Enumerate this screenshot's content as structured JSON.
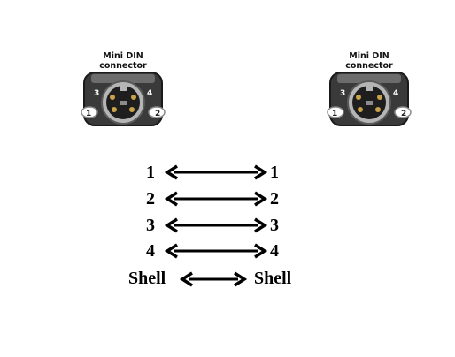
{
  "connectors": [
    {
      "title_line1": "Mini  DIN",
      "title_line2": "connector",
      "pins": [
        "3",
        "4",
        "1",
        "2"
      ]
    },
    {
      "title_line1": "Mini  DIN",
      "title_line2": "connector",
      "pins": [
        "3",
        "4",
        "1",
        "2"
      ]
    }
  ],
  "mapping": [
    {
      "left": "1",
      "right": "1"
    },
    {
      "left": "2",
      "right": "2"
    },
    {
      "left": "3",
      "right": "3"
    },
    {
      "left": "4",
      "right": "4"
    },
    {
      "left": "Shell",
      "right": "Shell"
    }
  ],
  "colors": {
    "connector_body": "#2b2b2b",
    "connector_shell": "#9a9a9a",
    "pin_gold": "#c9a34a",
    "arrow": "#000000"
  }
}
